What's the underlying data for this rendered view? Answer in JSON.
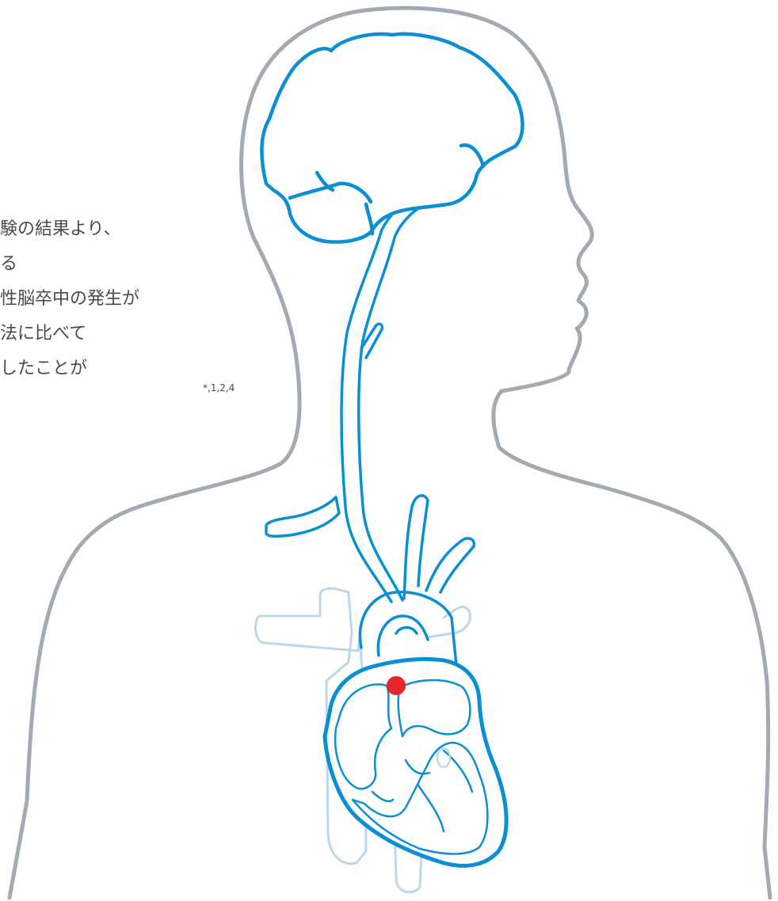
{
  "caption": {
    "lines": [
      "験の結果より、",
      "る",
      "性脳卒中の発生が",
      "法に比べて",
      "したことが"
    ],
    "references": "*,1,2,4"
  },
  "colors": {
    "outline": "#a4aab1",
    "vessel": "#0b8fd4",
    "vein": "#bcd8e8",
    "clot": "#e8272a",
    "text": "#4a4a4a"
  }
}
